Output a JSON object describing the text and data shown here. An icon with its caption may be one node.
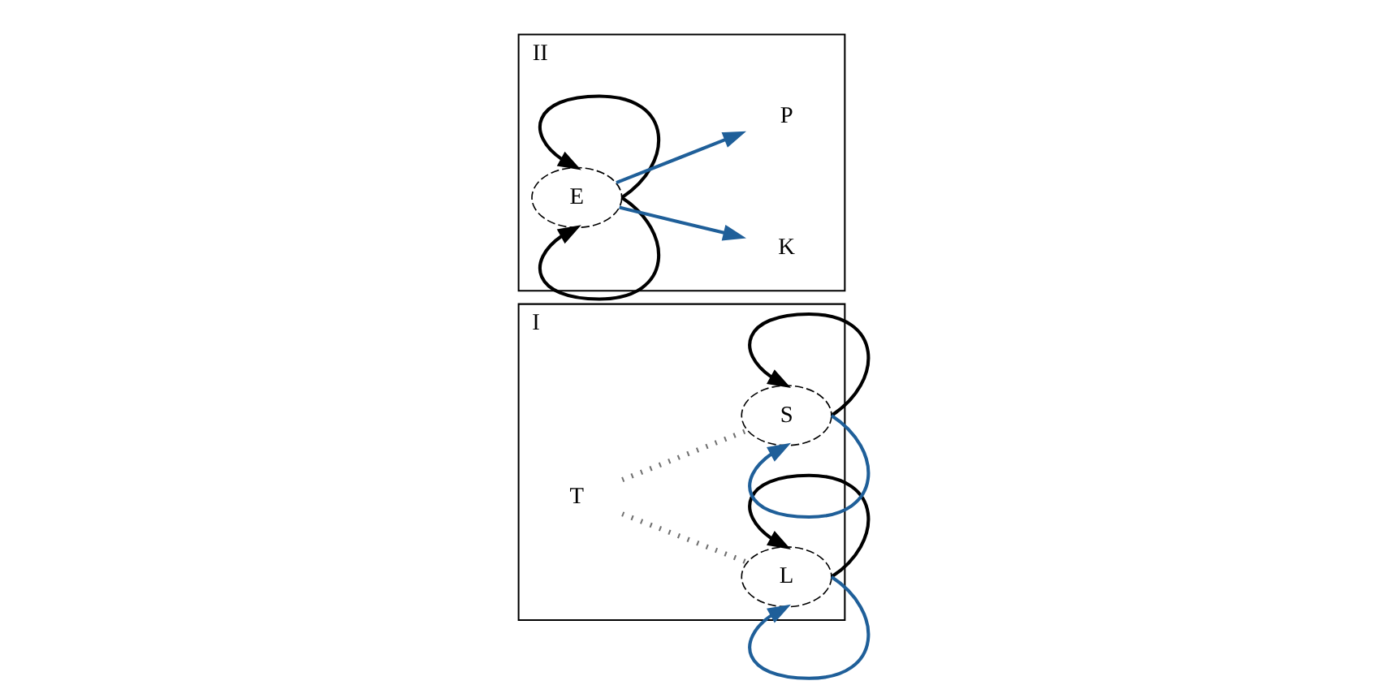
{
  "diagram": {
    "nodes": [
      {
        "text": [
          "I"
        ]
      },
      {
        "text": [
          "L"
        ],
        "in": 0
      },
      {
        "text": [
          "T"
        ],
        "in": 0
      },
      {
        "text": [
          "S"
        ],
        "in": 0
      },
      {
        "text": [
          "II"
        ]
      },
      {
        "text": [
          "E"
        ],
        "in": 4
      },
      {
        "text": [
          "K"
        ],
        "in": 4
      },
      {
        "text": [
          "P"
        ],
        "in": 4
      }
    ],
    "edges": [
      {
        "from": 1,
        "to": 1,
        "arrow": "to"
      },
      {
        "from": 1,
        "to": 1,
        "arrow": "to",
        "color": "#1f5f99"
      },
      {
        "from": 2,
        "to": 1,
        "arrow": "none",
        "style": "dashed",
        "color": "#707070"
      },
      {
        "from": 2,
        "to": 3,
        "arrow": "none",
        "style": "dashed",
        "color": "#707070"
      },
      {
        "from": 3,
        "to": 3,
        "arrow": "to"
      },
      {
        "from": 3,
        "to": 3,
        "arrow": "to",
        "color": "#1f5f99"
      },
      {
        "from": 5,
        "to": 5,
        "arrow": "to"
      },
      {
        "from": 5,
        "to": 5,
        "arrow": "to"
      },
      {
        "from": 5,
        "to": 6,
        "arrow": "to",
        "color": "#1f5f99"
      },
      {
        "from": 5,
        "to": 7,
        "arrow": "to",
        "color": "#1f5f99"
      }
    ]
  }
}
